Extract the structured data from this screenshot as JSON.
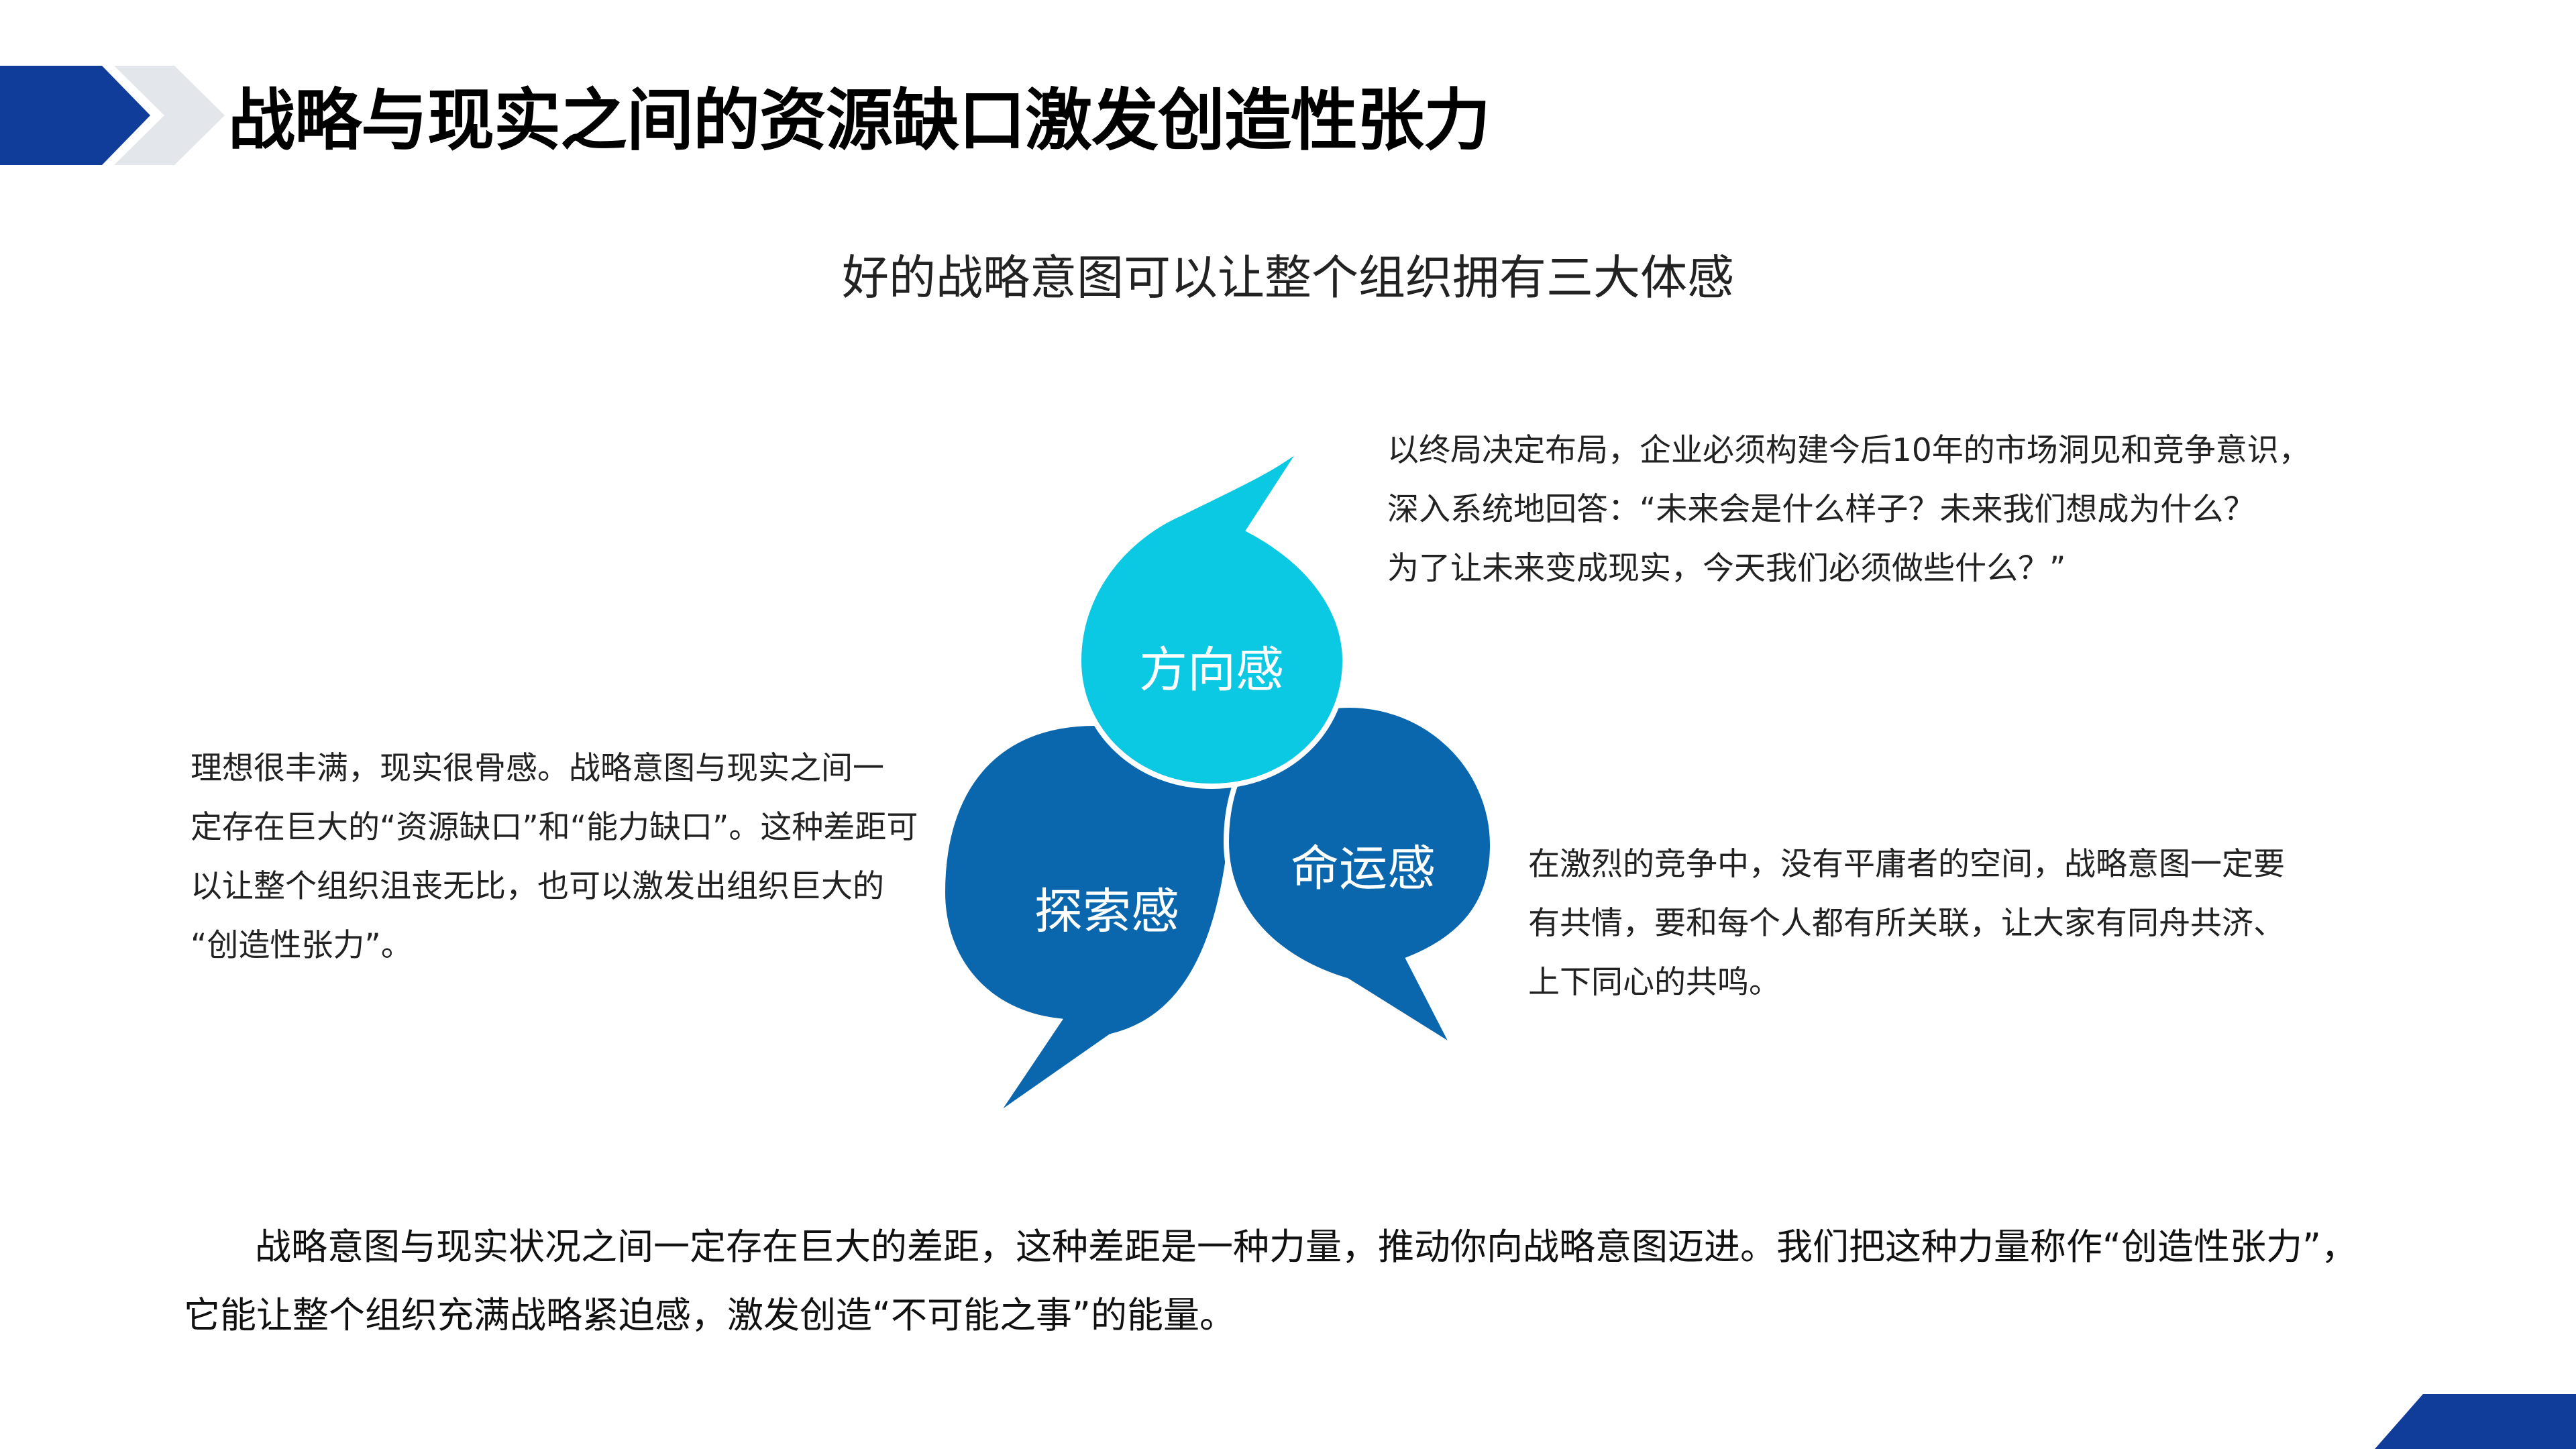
{
  "title": "战略与现实之间的资源缺口激发创造性张力",
  "subtitle": "好的战略意图可以让整个组织拥有三大体感",
  "bubbles": {
    "direction": "方向感",
    "explore": "探索感",
    "destiny": "命运感"
  },
  "descriptions": {
    "direction": [
      "以终局决定布局，企业必须构建今后10年的市场洞见和竞争意识，",
      "深入系统地回答：“未来会是什么样子？未来我们想成为什么？",
      "为了让未来变成现实，今天我们必须做些什么？”"
    ],
    "explore": [
      "理想很丰满，现实很骨感。战略意图与现实之间一",
      "定存在巨大的“资源缺口”和“能力缺口”。这种差距可",
      "以让整个组织沮丧无比，也可以激发出组织巨大的",
      "“创造性张力”。"
    ],
    "destiny": [
      "在激烈的竞争中，没有平庸者的空间，战略意图一定要",
      "有共情，要和每个人都有所关联，让大家有同舟共济、",
      "上下同心的共鸣。"
    ]
  },
  "footer": [
    "战略意图与现实状况之间一定存在巨大的差距，这种差距是一种力量，推动你向战略意图迈进。我们把这种力量称作“创造性张力”，",
    "它能让整个组织充满战略紧迫感，激发创造“不可能之事”的能量。"
  ],
  "colors": {
    "navy": "#0f3d99",
    "chevron_gray": "#e3e6ea",
    "bubble_cyan": "#0bc8e3",
    "bubble_blue": "#0a67ad"
  }
}
